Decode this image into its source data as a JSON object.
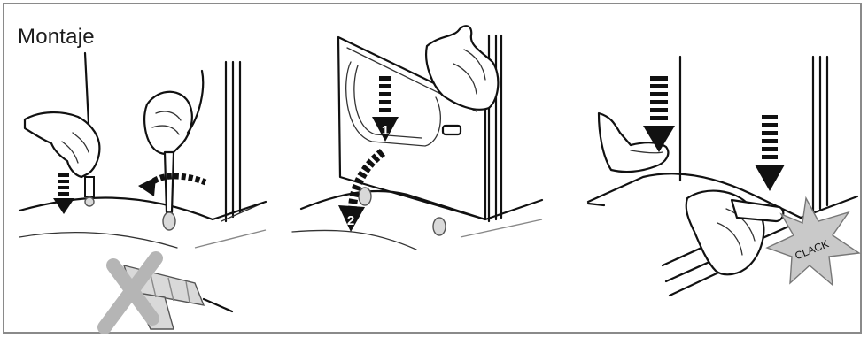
{
  "title": "Montaje",
  "step_numbers": [
    "1",
    "2"
  ],
  "sound_label": "CLACK",
  "icons": [
    "hand-icon",
    "screw-icon",
    "drill-icon",
    "cross-icon",
    "arrow-down-icon",
    "curved-arrow-icon",
    "burst-icon"
  ],
  "colors": {
    "border": "#8a8a8a",
    "ink": "#111111",
    "cross": "#b0b0b0"
  }
}
